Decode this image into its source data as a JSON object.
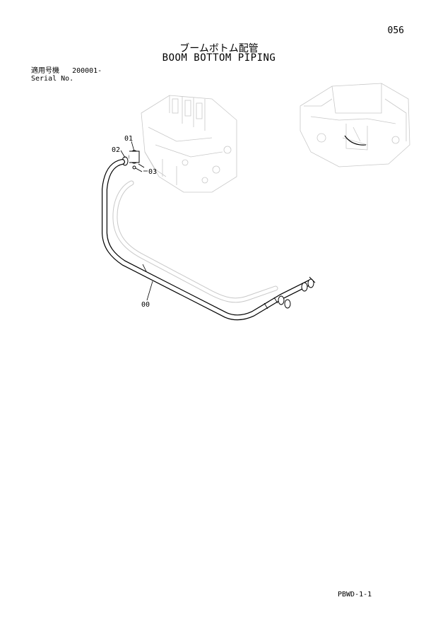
{
  "page_number": "056",
  "title_jp": "ブームボトム配管",
  "title_en": "BOOM BOTTOM PIPING",
  "serial": {
    "label_jp": "適用号機",
    "value": "200001-",
    "label_en": "Serial No."
  },
  "callouts": [
    "00",
    "01",
    "02",
    "03"
  ],
  "doc_code": "PBWD-1-1"
}
